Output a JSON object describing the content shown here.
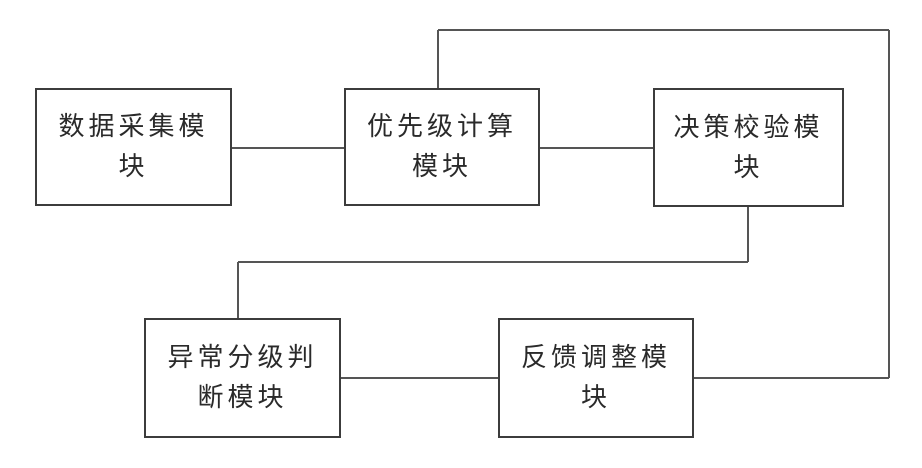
{
  "modules": {
    "data_collection": "数据采集模\n块",
    "priority_calc": "优先级计算\n模块",
    "decision_check": "决策校验模\n块",
    "anomaly_grading": "异常分级判\n断模块",
    "feedback_adjust": "反馈调整模\n块"
  },
  "colors": {
    "border": "#3c3c3c",
    "line": "#555555",
    "text": "#2a2a2a"
  }
}
